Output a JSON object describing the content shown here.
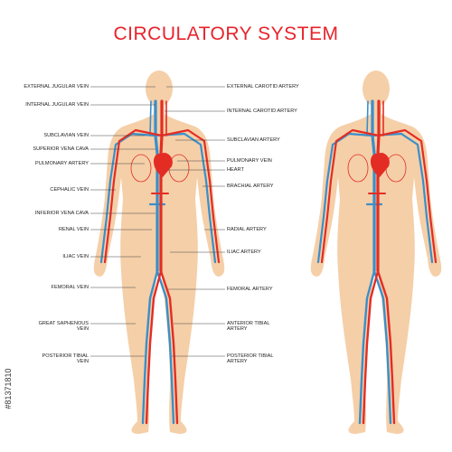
{
  "title": "CIRCULATORY SYSTEM",
  "stock_id": "#81371810",
  "colors": {
    "artery": "#e32d24",
    "vein": "#3a8fc9",
    "skin": "#f5cfa8",
    "title": "#e8232b",
    "leader": "#444444"
  },
  "left_labels": [
    "EXTERNAL JUGULAR VEIN",
    "INTERNAL JUGULAR VEIN",
    "SUBCLAVIAN VEIN",
    "SUPERIOR VENA CAVA",
    "PULMONARY ARTERY",
    "CEPHALIC VEIN",
    "INFERIOR VENA CAVA",
    "RENAL VEIN",
    "ILIAC VEIN",
    "FEMORAL VEIN",
    "GREAT SAPHENOUS\nVEIN",
    "POSTERIOR TIBIAL\nVEIN"
  ],
  "right_labels": [
    "EXTERNAL CAROTID ARTERY",
    "INTERNAL CAROTID ARTERY",
    "SUBCLAVIAN ARTERY",
    "PULMONARY VEIN",
    "HEART",
    "BRACHIAL ARTERY",
    "RADIAL ARTERY",
    "ILIAC ARTERY",
    "FEMORAL ARTERY",
    "ANTERIOR  TIBIAL\nARTERY",
    "POSTERIOR TIBIAL\nARTERY"
  ]
}
